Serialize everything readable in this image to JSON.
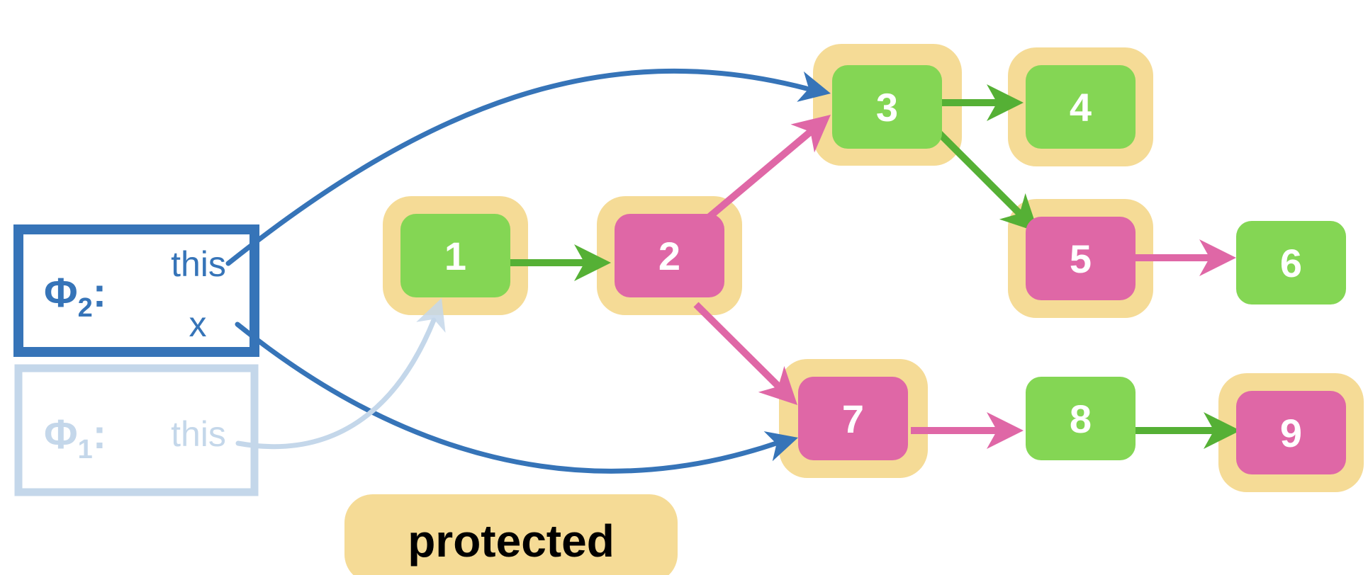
{
  "colors": {
    "green": "#84d654",
    "pink": "#df67a6",
    "protected": "#f5db96",
    "blue": "#3674b8",
    "blue_faded": "#c4d7ea",
    "green_arrow": "#55b035",
    "pink_arrow": "#df67a6"
  },
  "frames": [
    {
      "id": "phi2",
      "symbol": "Φ",
      "subscript": "2",
      "suffix": ":",
      "vars": [
        "this",
        "x"
      ],
      "state": "active"
    },
    {
      "id": "phi1",
      "symbol": "Φ",
      "subscript": "1",
      "suffix": ":",
      "vars": [
        "this"
      ],
      "state": "faded"
    }
  ],
  "nodes": [
    {
      "id": "1",
      "label": "1",
      "color": "green",
      "protected": true
    },
    {
      "id": "2",
      "label": "2",
      "color": "pink",
      "protected": true
    },
    {
      "id": "3",
      "label": "3",
      "color": "green",
      "protected": true
    },
    {
      "id": "4",
      "label": "4",
      "color": "green",
      "protected": true
    },
    {
      "id": "5",
      "label": "5",
      "color": "pink",
      "protected": true
    },
    {
      "id": "6",
      "label": "6",
      "color": "green",
      "protected": false
    },
    {
      "id": "7",
      "label": "7",
      "color": "pink",
      "protected": true
    },
    {
      "id": "8",
      "label": "8",
      "color": "green",
      "protected": false
    },
    {
      "id": "9",
      "label": "9",
      "color": "pink",
      "protected": true
    }
  ],
  "edges": [
    {
      "from": "1",
      "to": "2",
      "color": "green_arrow"
    },
    {
      "from": "2",
      "to": "3",
      "color": "pink_arrow"
    },
    {
      "from": "2",
      "to": "7",
      "color": "pink_arrow"
    },
    {
      "from": "3",
      "to": "4",
      "color": "green_arrow"
    },
    {
      "from": "3",
      "to": "5",
      "color": "green_arrow"
    },
    {
      "from": "5",
      "to": "6",
      "color": "pink_arrow"
    },
    {
      "from": "7",
      "to": "8",
      "color": "pink_arrow"
    },
    {
      "from": "8",
      "to": "9",
      "color": "green_arrow"
    }
  ],
  "references": [
    {
      "from": "phi2.this",
      "to": "3",
      "color": "blue"
    },
    {
      "from": "phi2.x",
      "to": "7",
      "color": "blue"
    },
    {
      "from": "phi1.this",
      "to": "1",
      "color": "blue_faded"
    }
  ],
  "legend": {
    "label": "protected",
    "color": "protected"
  }
}
